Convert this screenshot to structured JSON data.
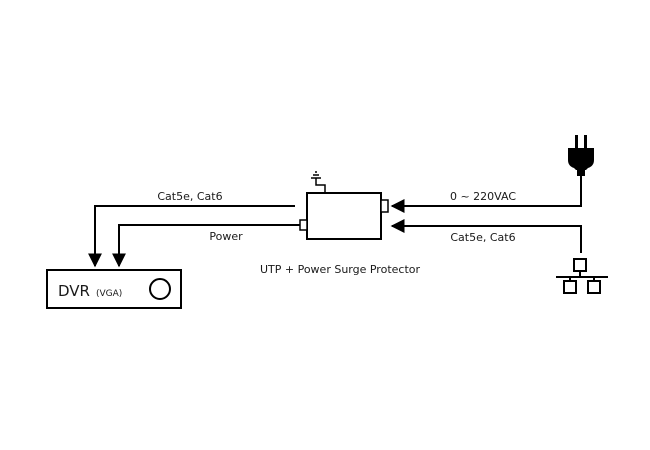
{
  "diagram": {
    "protector_caption": "UTP + Power Surge Protector",
    "dvr_label": "DVR",
    "dvr_sub_label": "(VGA)",
    "line_labels": {
      "cable_left": "Cat5e, Cat6",
      "power_left": "Power",
      "ac_input": "0 ~ 220VAC",
      "cable_right": "Cat5e, Cat6"
    },
    "icons": {
      "plug": "power-plug-icon",
      "network": "network-hub-icon",
      "ground": "ground-symbol-icon"
    },
    "colors": {
      "stroke": "#000000",
      "background": "#ffffff"
    }
  }
}
